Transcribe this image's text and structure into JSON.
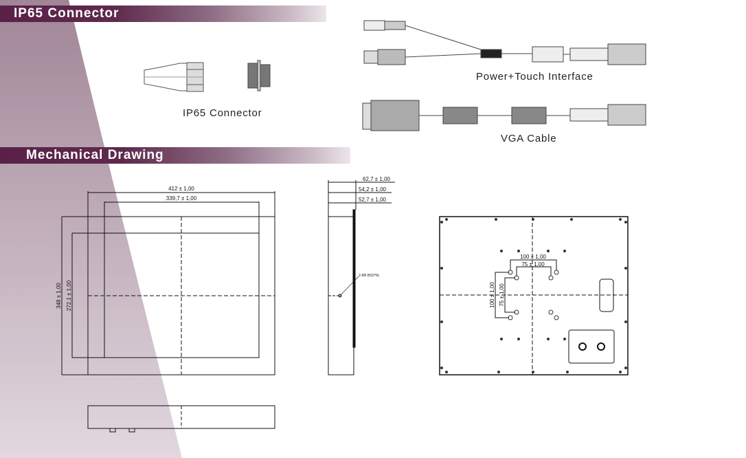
{
  "sections": {
    "ip65_title": "IP65 Connector",
    "mech_title": "Mechanical Drawing"
  },
  "captions": {
    "ip65": "IP65 Connector",
    "power_touch": "Power+Touch Interface",
    "vga": "VGA Cable"
  },
  "front_view": {
    "width_outer": "412 ± 1,00",
    "width_inner": "339,7 ± 1,00",
    "height_outer": "348 ± 1,00",
    "height_inner": "272,1 ± 1,00"
  },
  "side_view": {
    "depth_1": "62,7 ± 1,00",
    "depth_2": "54,2 ± 1,00",
    "depth_3": "52,7 ± 1,00",
    "screw_note": "2-M5 BSO*6L"
  },
  "rear_view": {
    "vesa_100_h": "100 ± 1,00",
    "vesa_75_h": "75 ± 1,00",
    "vesa_100_v": "100 ± 1,00",
    "vesa_75_v": "75 ± 1,00"
  },
  "colors": {
    "header": "#5a2148",
    "swoosh": "#a88fa0"
  }
}
